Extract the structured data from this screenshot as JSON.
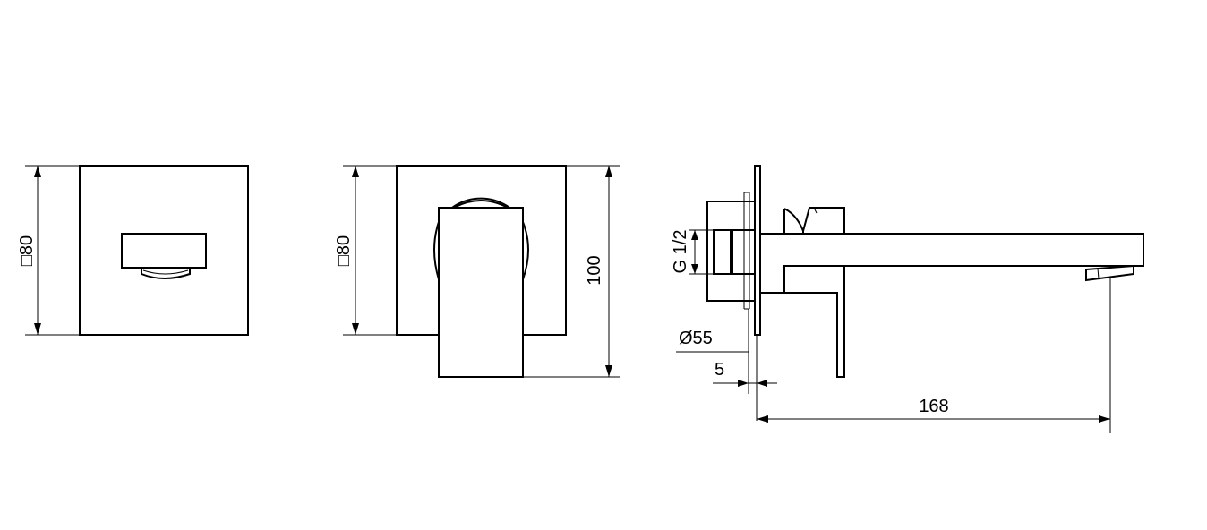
{
  "views": {
    "front": {
      "dimension_label": "□80"
    },
    "lever": {
      "width_label": "□80",
      "height_label": "100"
    },
    "side": {
      "thread_label": "G 1/2",
      "diameter_label": "Ø55",
      "plate_label": "5",
      "projection_label": "168"
    }
  }
}
